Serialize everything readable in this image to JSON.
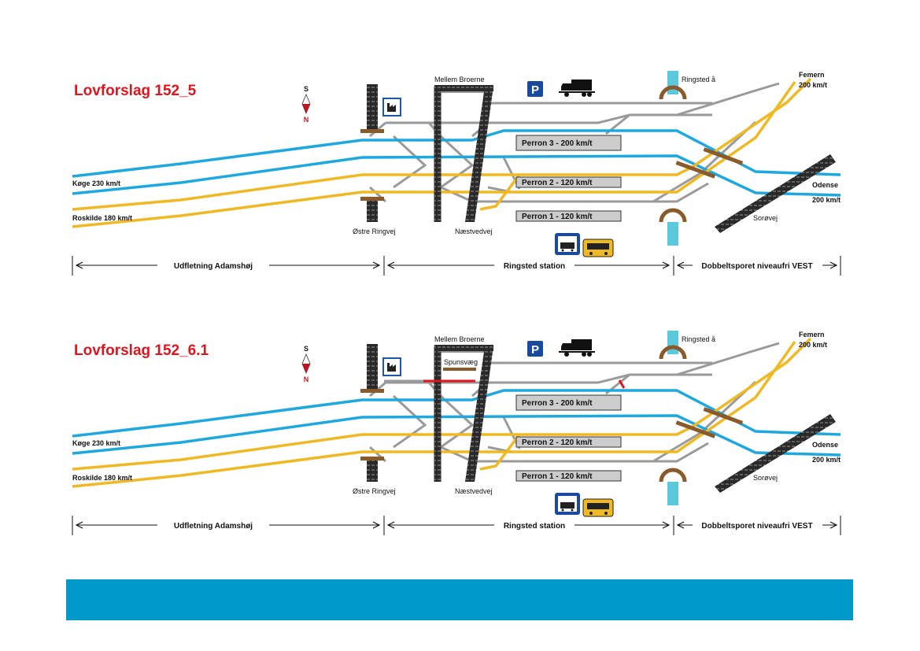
{
  "diagrams": [
    {
      "title": "Lovforslag 152_5",
      "compass": {
        "south": "S",
        "north": "N"
      },
      "labels": {
        "koege": "Køge 230 km/t",
        "roskilde": "Roskilde 180 km/t",
        "oestre": "Østre Ringvej",
        "mellem": "Mellem Broerne",
        "naestved": "Næstvedvej",
        "ringsted_aa": "Ringsted å",
        "femern": "Femern",
        "femern_speed": "200 km/t",
        "odense": "Odense",
        "odense_speed": "200 km/t",
        "soroe": "Sorøvej"
      },
      "platforms": [
        "Perron 3 - 200 km/t",
        "Perron 2 - 120 km/t",
        "Perron 1 - 120 km/t"
      ],
      "sections": [
        "Udfletning Adamshøj",
        "Ringsted station",
        "Dobbeltsporet niveaufri VEST"
      ],
      "parking_sign": "P"
    },
    {
      "title": "Lovforslag 152_6.1",
      "compass": {
        "south": "S",
        "north": "N"
      },
      "labels": {
        "koege": "Køge 230 km/t",
        "roskilde": "Roskilde 180 km/t",
        "oestre": "Østre Ringvej",
        "mellem": "Mellem Broerne",
        "naestved": "Næstvedvej",
        "ringsted_aa": "Ringsted å",
        "femern": "Femern",
        "femern_speed": "200 km/t",
        "odense": "Odense",
        "odense_speed": "200 km/t",
        "soroe": "Sorøvej",
        "spunsvaeg": "Spunsvæg"
      },
      "platforms": [
        "Perron 3 - 200 km/t",
        "Perron 2 - 120 km/t",
        "Perron 1 - 120 km/t"
      ],
      "sections": [
        "Udfletning Adamshøj",
        "Ringsted station",
        "Dobbeltsporet niveaufri VEST"
      ],
      "parking_sign": "P"
    }
  ],
  "colors": {
    "blue_track": "#1ea8e0",
    "yellow_track": "#f0b823",
    "grey_track": "#9a9a9a",
    "title_red": "#e0141e",
    "footer": "#0099cc",
    "bridge": "#8a5a2b",
    "spunsvaeg": "#e0141e"
  }
}
